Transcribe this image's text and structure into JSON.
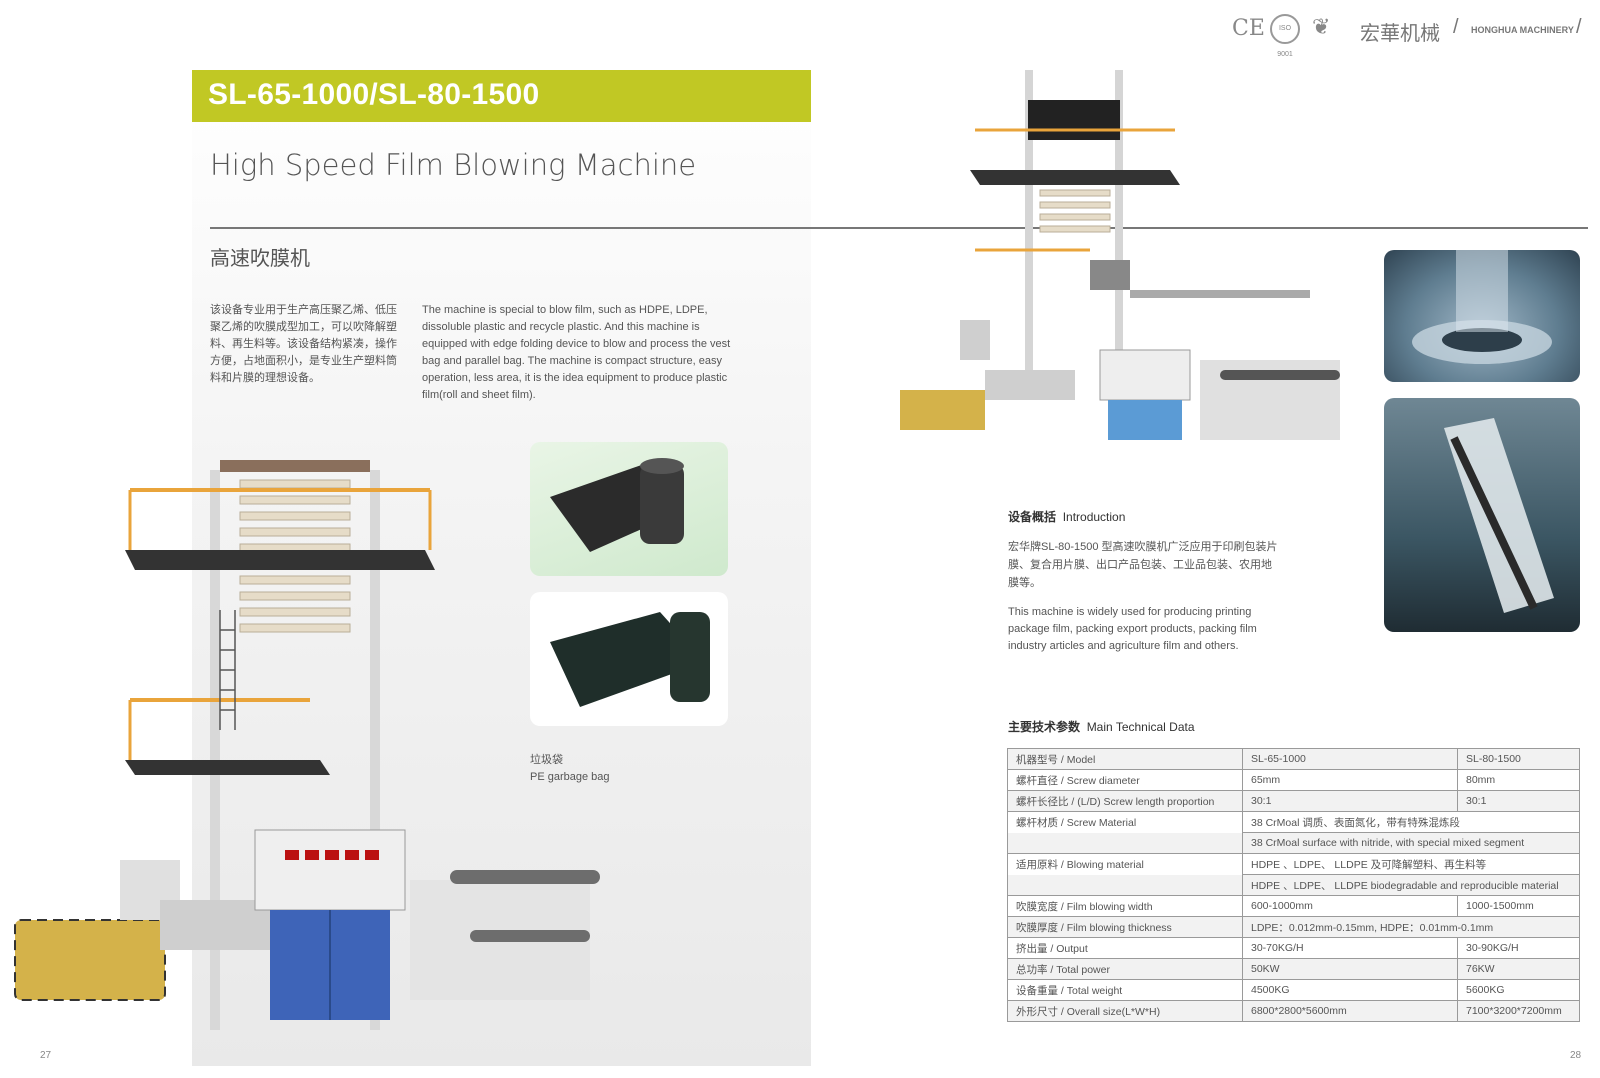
{
  "header": {
    "ce": "CE",
    "iso": "ISO 9001",
    "brand_cn": "宏華机械",
    "brand_en": "HONGHUA MACHINERY",
    "slash": "/"
  },
  "left": {
    "model_title": "SL-65-1000/SL-80-1500",
    "subtitle": "High Speed Film Blowing Machine",
    "cn_title": "高速吹膜机",
    "cn_desc": "该设备专业用于生产高压聚乙烯、低压聚乙烯的吹膜成型加工，可以吹降解塑料、再生料等。该设备结构紧凑，操作方便，占地面积小，是专业生产塑料筒料和片膜的理想设备。",
    "en_desc": "The machine is special to blow film, such as HDPE, LDPE, dissoluble plastic and recycle plastic. And this machine is equipped with edge folding device to blow and process the vest bag and parallel bag. The machine is compact structure, easy operation, less area, it is the idea equipment to produce plastic film(roll and sheet film).",
    "bag_caption_cn": "垃圾袋",
    "bag_caption_en": "PE garbage bag",
    "page_number": "27"
  },
  "right": {
    "intro_heading_cn": "设备概括",
    "intro_heading_en": "Introduction",
    "intro_cn": "宏华牌SL-80-1500 型高速吹膜机广泛应用于印刷包装片膜、复合用片膜、出口产品包装、工业品包装、农用地膜等。",
    "intro_en": "This machine is widely used for producing printing package film, packing export products, packing film industry articles and agriculture film and others.",
    "tech_heading_cn": "主要技术参数",
    "tech_heading_en": "Main Technical Data",
    "page_number": "28",
    "specs": [
      [
        "机器型号 / Model",
        "SL-65-1000",
        "SL-80-1500"
      ],
      [
        "螺杆直径 / Screw diameter",
        "65mm",
        "80mm"
      ],
      [
        "螺杆长径比 / (L/D) Screw length proportion",
        "30:1",
        "30:1"
      ],
      [
        "螺杆材质 / Screw Material",
        "38 CrMoal 调质、表面氮化，带有特殊混炼段",
        ""
      ],
      [
        "",
        "38 CrMoal surface with nitride, with special mixed segment",
        ""
      ],
      [
        "适用原料 / Blowing material",
        "HDPE 、LDPE、 LLDPE 及可降解塑料、再生料等",
        ""
      ],
      [
        "",
        "HDPE 、LDPE、 LLDPE biodegradable and reproducible material",
        ""
      ],
      [
        "吹膜宽度 /  Film blowing width",
        "600-1000mm",
        "1000-1500mm"
      ],
      [
        "吹膜厚度 /  Film blowing thickness",
        "LDPE：0.012mm-0.15mm,    HDPE：0.01mm-0.1mm",
        ""
      ],
      [
        "挤出量 / Output",
        "30-70KG/H",
        "30-90KG/H"
      ],
      [
        "总功率 /  Total power",
        "50KW",
        "76KW"
      ],
      [
        "设备重量 /  Total weight",
        "4500KG",
        "5600KG"
      ],
      [
        "外形尺寸 / Overall size(L*W*H)",
        "6800*2800*5600mm",
        "7100*3200*7200mm"
      ]
    ]
  }
}
